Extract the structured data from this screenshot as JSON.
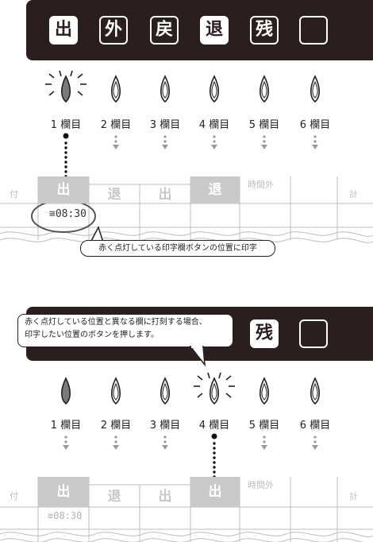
{
  "top": {
    "buttons": [
      {
        "label": "出",
        "state": "on"
      },
      {
        "label": "外",
        "state": "off"
      },
      {
        "label": "戻",
        "state": "off"
      },
      {
        "label": "退",
        "state": "on"
      },
      {
        "label": "残",
        "state": "off"
      },
      {
        "label": "",
        "state": "off"
      }
    ],
    "columns": [
      "1 欄目",
      "2 欄目",
      "3 欄目",
      "4 欄目",
      "5 欄目",
      "6 欄目"
    ],
    "lit_column_index": 0,
    "table": {
      "left_label": "付",
      "headers": [
        "出",
        "退",
        "出",
        "退",
        "時間外",
        ""
      ],
      "right_label": "計",
      "stamp": "08:30"
    },
    "callout": "赤く点灯している印字欄ボタンの位置に印字"
  },
  "bottom": {
    "buttons": [
      {
        "label": "残",
        "state": "on"
      },
      {
        "label": "",
        "state": "off"
      }
    ],
    "columns": [
      "1 欄目",
      "2 欄目",
      "3 欄目",
      "4 欄目",
      "5 欄目",
      "6 欄目"
    ],
    "lit_column_index": 0,
    "selected_column_index": 3,
    "table": {
      "left_label": "付",
      "headers": [
        "出",
        "退",
        "出",
        "出",
        "時間外",
        ""
      ],
      "right_label": "計",
      "stamp": "08:30"
    },
    "callout_line1": "赤く点灯している位置と異なる欄に打刻する場合、",
    "callout_line2": "印字したい位置のボタンを押します。"
  },
  "colors": {
    "panel": "#2a1f1e",
    "shade": "#c9c9c9",
    "led_lit": "#7a7a7a"
  }
}
